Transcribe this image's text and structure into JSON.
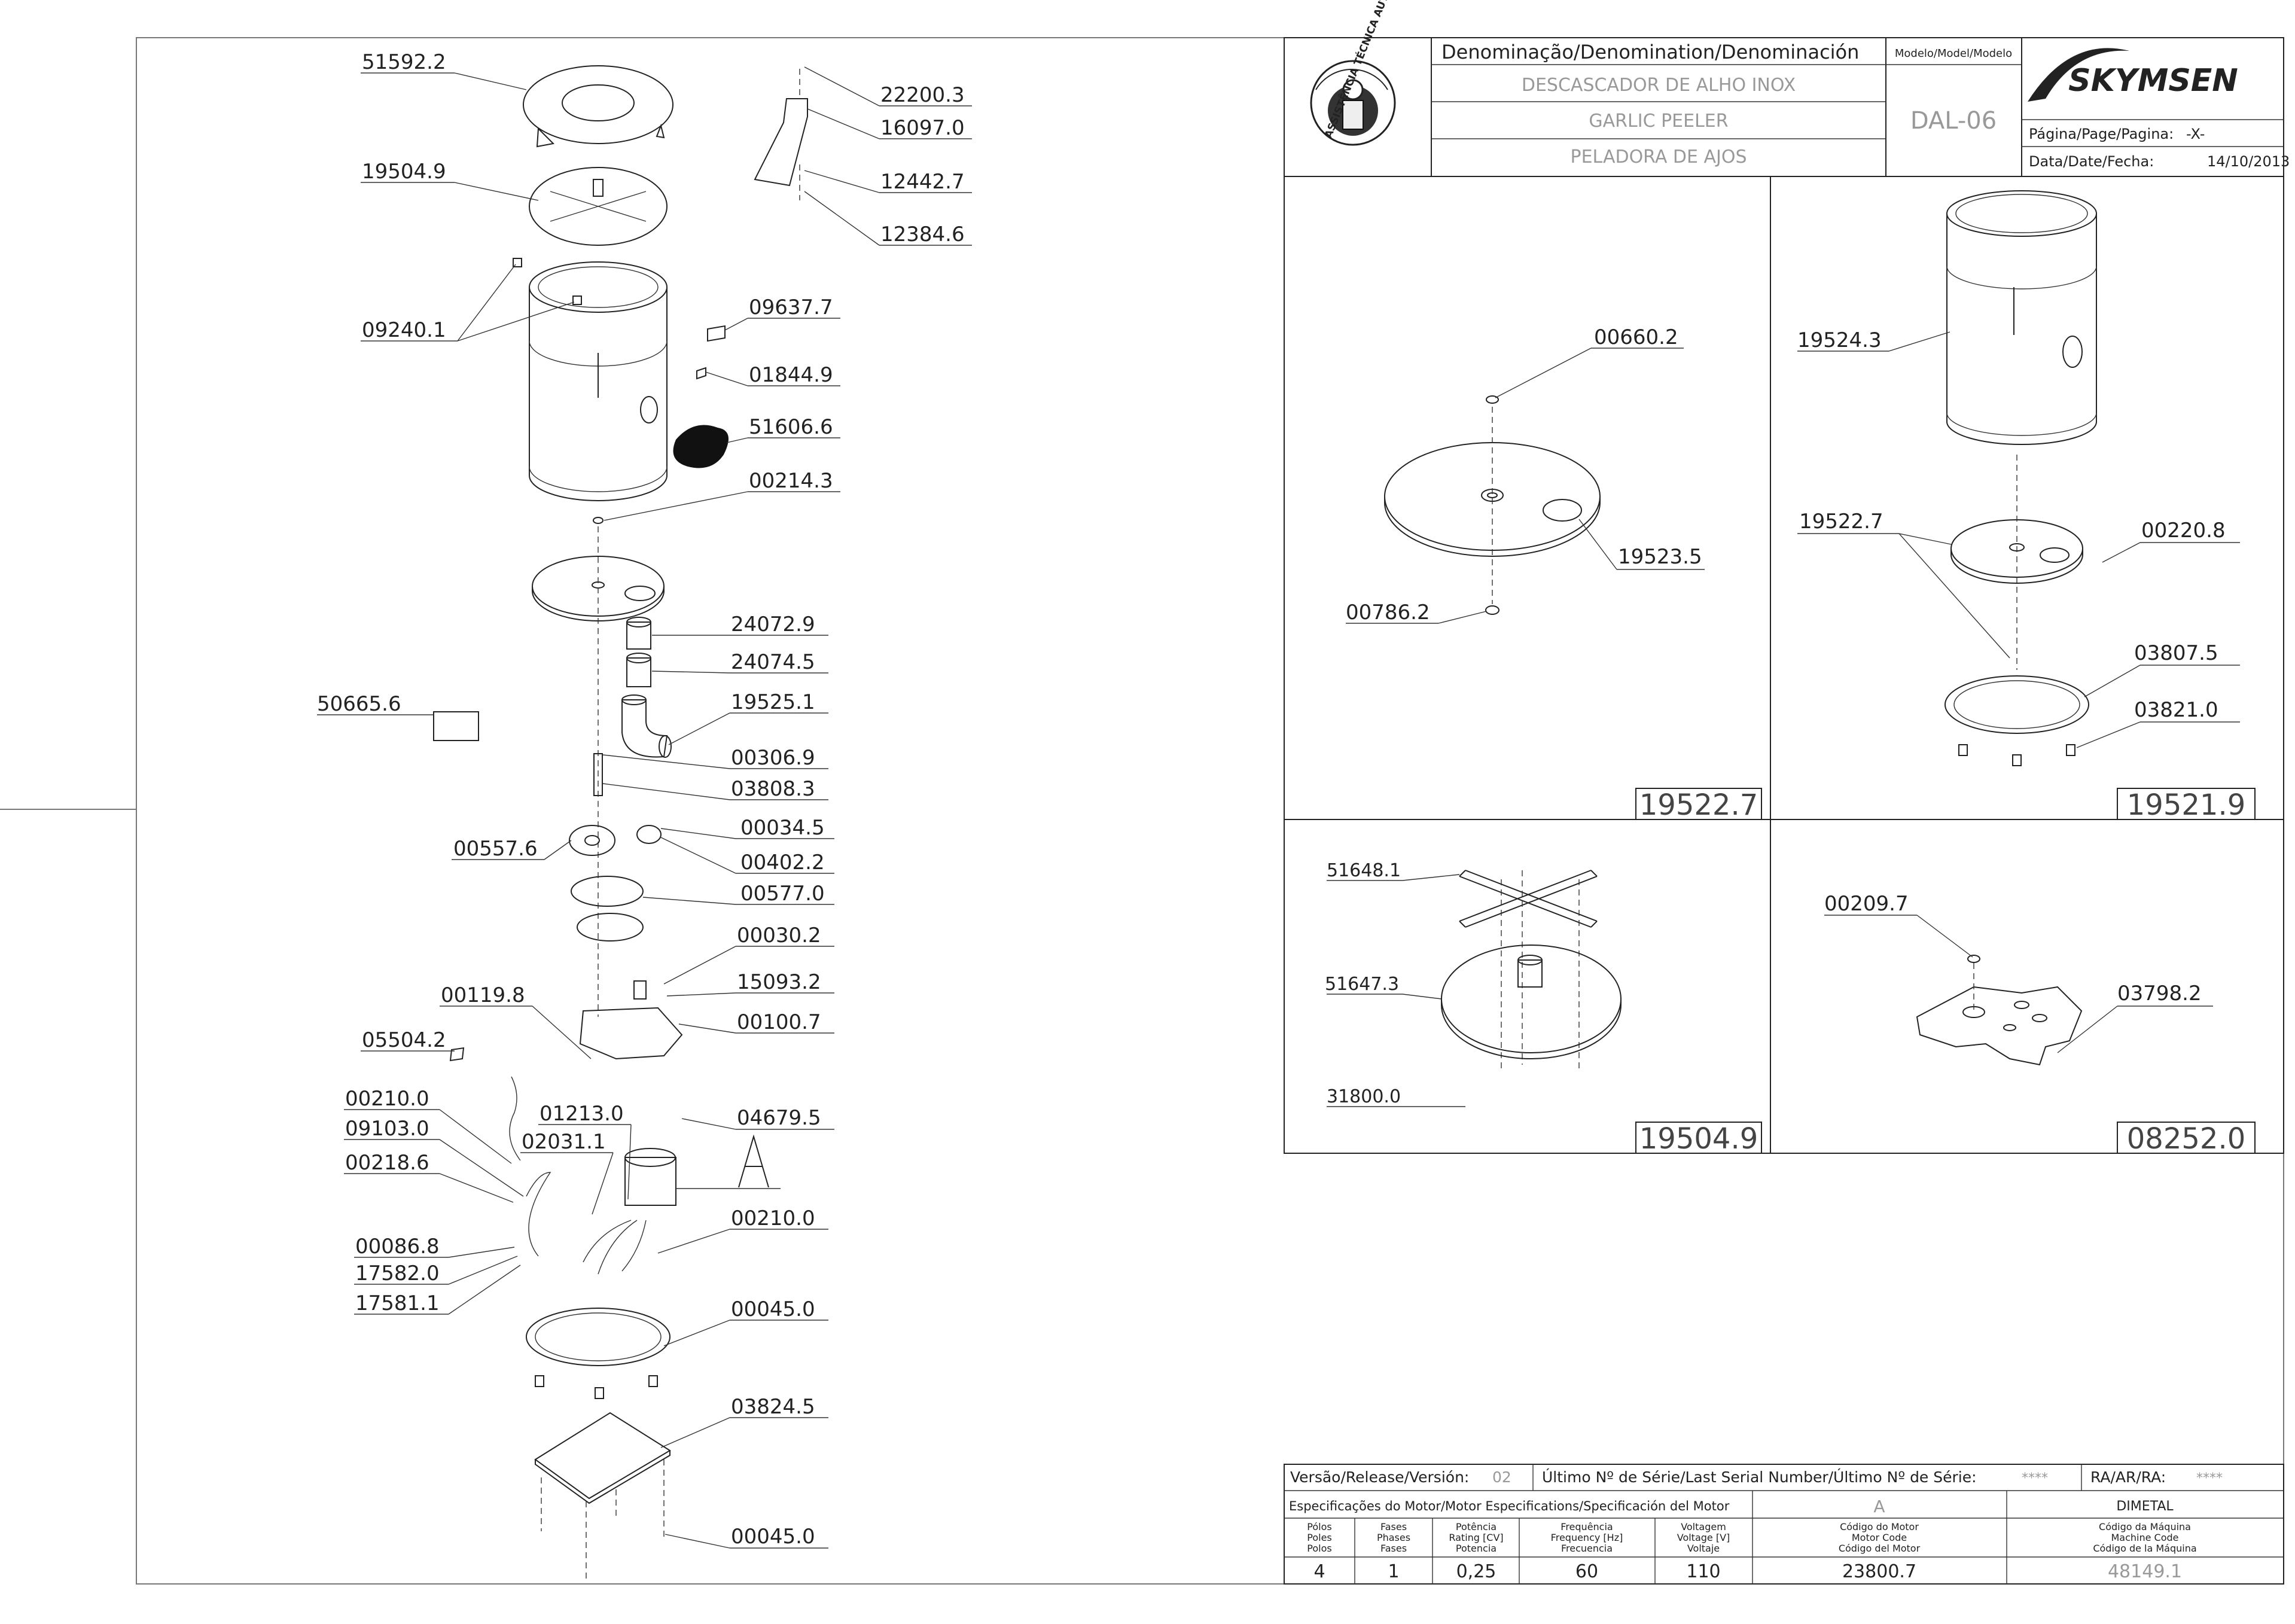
{
  "title_block": {
    "denomination_header": "Denominação/Denomination/Denominación",
    "name_pt": "DESCASCADOR DE ALHO INOX",
    "name_en": "GARLIC PEELER",
    "name_es": "PELADORA DE AJOS",
    "model_header": "Modelo/Model/Modelo",
    "model": "DAL-06",
    "brand": "SKYMSEN",
    "page_label": "Página/Page/Pagina:",
    "page_value": "-X-",
    "date_label": "Data/Date/Fecha:",
    "date_value": "14/10/2013",
    "seal_text": "ASSISTÊNCIA TÉCNICA AUTORIZADA"
  },
  "exploded_parts": [
    "51592.2",
    "22200.3",
    "16097.0",
    "19504.9",
    "12442.7",
    "12384.6",
    "09240.1",
    "09637.7",
    "01844.9",
    "51606.6",
    "00214.3",
    "24072.9",
    "24074.5",
    "50665.6",
    "19525.1",
    "00306.9",
    "03808.3",
    "00034.5",
    "00557.6",
    "00402.2",
    "00577.0",
    "00030.2",
    "00119.8",
    "15093.2",
    "00100.7",
    "05504.2",
    "00210.0",
    "01213.0",
    "09103.0",
    "02031.1",
    "04679.5",
    "00218.6",
    "00210.0",
    "00086.8",
    "17582.0",
    "17581.1",
    "00045.0",
    "03824.5",
    "00045.0"
  ],
  "motor_callout": "A",
  "views": [
    {
      "code": "19522.7",
      "parts": [
        "00660.2",
        "19523.5",
        "00786.2"
      ]
    },
    {
      "code": "19521.9",
      "parts": [
        "19524.3",
        "19522.7",
        "00220.8",
        "03807.5",
        "03821.0"
      ]
    },
    {
      "code": "19504.9",
      "parts": [
        "51648.1",
        "51647.3",
        "31800.0"
      ]
    },
    {
      "code": "08252.0",
      "parts": [
        "00209.7",
        "03798.2"
      ]
    }
  ],
  "footer": {
    "version_label": "Versão/Release/Versión:",
    "version_value": "02",
    "serial_label": "Último Nº de Série/Last Serial Number/Último Nº de Série:",
    "serial_value": "****",
    "ra_label": "RA/AR/RA:",
    "ra_value": "****",
    "motor_spec_label": "Especificações do Motor/Motor Especifications/Specificación del Motor",
    "motor_ref": "A",
    "manufacturer": "DIMETAL",
    "col_poles": [
      "Pólos",
      "Poles",
      "Polos"
    ],
    "col_phases": [
      "Fases",
      "Phases",
      "Fases"
    ],
    "col_power": [
      "Potência",
      "Rating [CV]",
      "Potencia"
    ],
    "col_freq": [
      "Frequência",
      "Frequency [Hz]",
      "Frecuencia"
    ],
    "col_voltage": [
      "Voltagem",
      "Voltage [V]",
      "Voltaje"
    ],
    "col_motor_code": [
      "Código do Motor",
      "Motor Code",
      "Código del Motor"
    ],
    "col_machine_code": [
      "Código da Máquina",
      "Machine Code",
      "Código de la Máquina"
    ],
    "poles": "4",
    "phases": "1",
    "power": "0,25",
    "frequency": "60",
    "voltage": "110",
    "motor_code": "23800.7",
    "machine_code": "48149.1"
  }
}
